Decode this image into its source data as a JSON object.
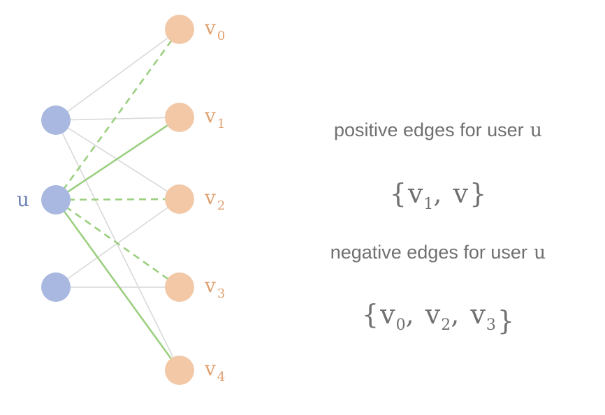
{
  "colors": {
    "user_node": "#a9b8e0",
    "item_node": "#f2c8a6",
    "user_label": "#6f86b8",
    "item_label": "#e0a070",
    "plain_edge": "#d9d9d9",
    "highlight_edge": "#9ccf80",
    "text": "#707070"
  },
  "users": [
    {
      "id": "user0",
      "label": ""
    },
    {
      "id": "user1",
      "label": "u"
    },
    {
      "id": "user2",
      "label": ""
    }
  ],
  "items": [
    {
      "id": "item0",
      "label": "v",
      "sub": "0"
    },
    {
      "id": "item1",
      "label": "v",
      "sub": "1"
    },
    {
      "id": "item2",
      "label": "v",
      "sub": "2"
    },
    {
      "id": "item3",
      "label": "v",
      "sub": "3"
    },
    {
      "id": "item4",
      "label": "v",
      "sub": "4"
    }
  ],
  "edges": [
    {
      "from": "user0",
      "to": "item0",
      "style": "plain"
    },
    {
      "from": "user0",
      "to": "item1",
      "style": "plain"
    },
    {
      "from": "user0",
      "to": "item2",
      "style": "plain"
    },
    {
      "from": "user0",
      "to": "item4",
      "style": "plain"
    },
    {
      "from": "user2",
      "to": "item2",
      "style": "plain"
    },
    {
      "from": "user2",
      "to": "item3",
      "style": "plain"
    },
    {
      "from": "user1",
      "to": "item0",
      "style": "negative"
    },
    {
      "from": "user1",
      "to": "item1",
      "style": "positive"
    },
    {
      "from": "user1",
      "to": "item2",
      "style": "negative"
    },
    {
      "from": "user1",
      "to": "item3",
      "style": "negative"
    },
    {
      "from": "user1",
      "to": "item4",
      "style": "positive"
    }
  ],
  "positive": {
    "caption": "positive edges for user",
    "caption_var": "u",
    "set": [
      {
        "label": "v",
        "sub": "1"
      },
      {
        "label": "v",
        "sub": ""
      }
    ]
  },
  "negative": {
    "caption": "negative edges for user",
    "caption_var": "u",
    "set": [
      {
        "label": "v",
        "sub": "0"
      },
      {
        "label": "v",
        "sub": "2"
      },
      {
        "label": "v",
        "sub": "3"
      }
    ]
  }
}
